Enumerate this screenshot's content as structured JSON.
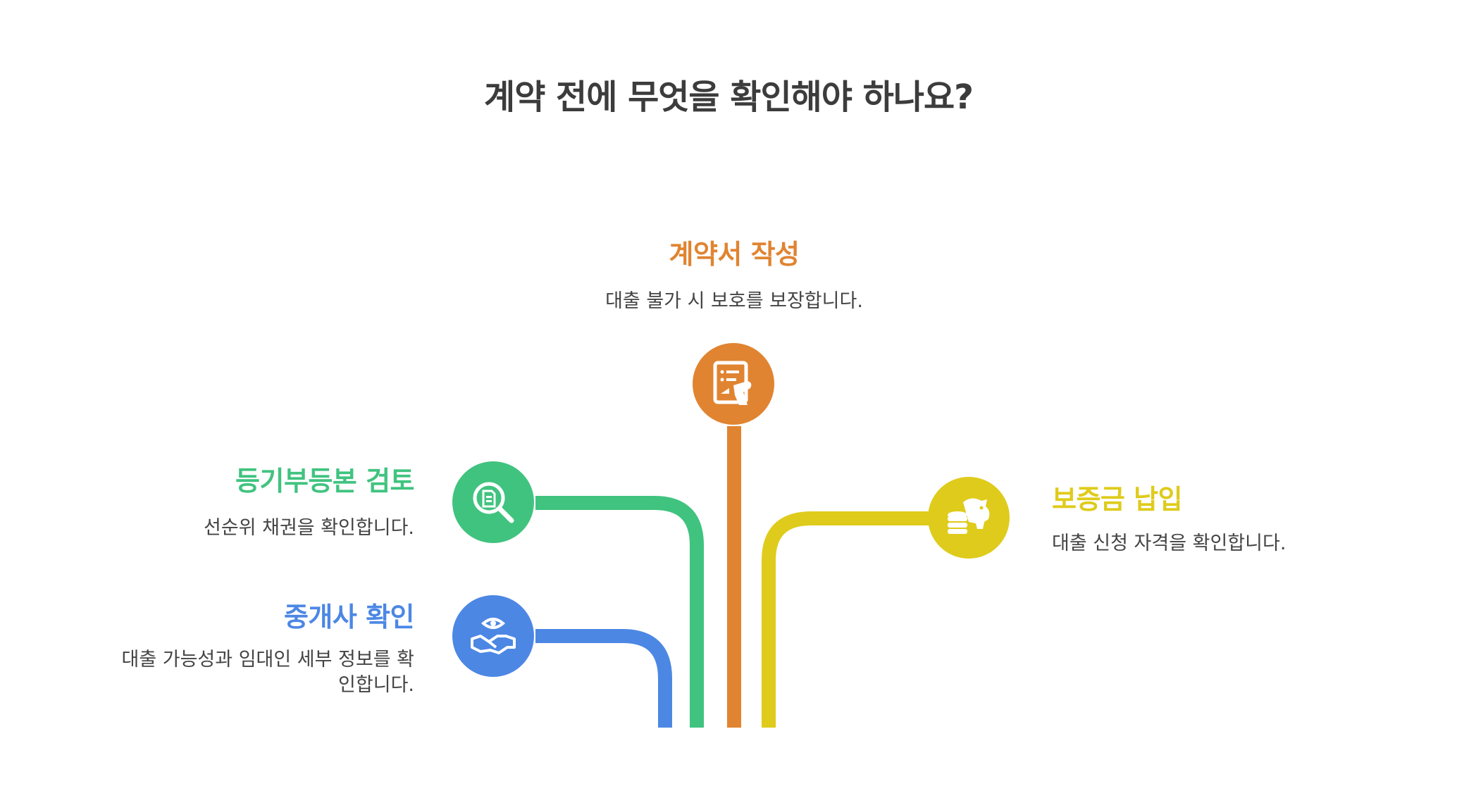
{
  "title": "계약 전에 무엇을 확인해야 하나요?",
  "colors": {
    "contract": "#E08431",
    "registry": "#40C37F",
    "broker": "#4C87E4",
    "deposit": "#DFCB1B"
  },
  "steps": {
    "contract": {
      "heading": "계약서 작성",
      "description": "대출 불가 시 보호를 보장합니다.",
      "icon": "contract-signing-icon"
    },
    "registry": {
      "heading": "등기부등본 검토",
      "description": "선순위 채권을 확인합니다.",
      "icon": "document-search-icon"
    },
    "broker": {
      "heading": "중개사 확인",
      "description_line1": "대출 가능성과 임대인 세부 정보를 확",
      "description_line2": "인합니다.",
      "icon": "handshake-eye-icon"
    },
    "deposit": {
      "heading": "보증금 납입",
      "description": "대출 신청 자격을 확인합니다.",
      "icon": "piggy-bank-coins-icon"
    }
  }
}
